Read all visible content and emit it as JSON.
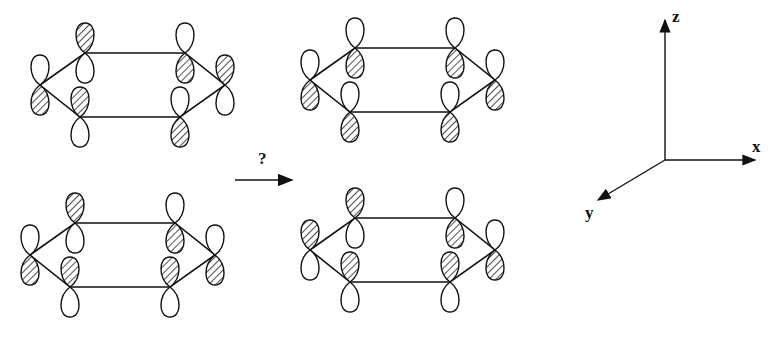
{
  "diagram": {
    "labels": [
      "?",
      "z",
      "y",
      "x"
    ]
  }
}
